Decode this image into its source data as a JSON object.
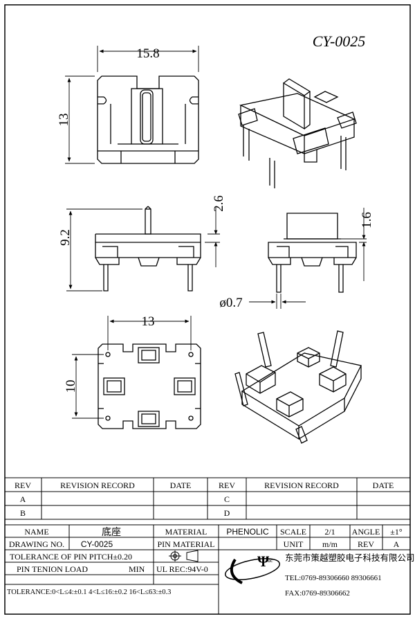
{
  "drawing": {
    "part_number": "CY-0025",
    "dimensions": {
      "top_width": "15.8",
      "top_height": "13",
      "front_height": "9.2",
      "pin_extension": "2.6",
      "side_height": "1.6",
      "pin_diameter": "ø0.7",
      "bottom_width": "13",
      "bottom_height": "10"
    }
  },
  "revision_table": {
    "headers": [
      "REV",
      "REVISION RECORD",
      "DATE",
      "REV",
      "REVISION RECORD",
      "DATE"
    ],
    "rows": [
      {
        "rev_left": "A",
        "rev_right": "C"
      },
      {
        "rev_left": "B",
        "rev_right": "D"
      }
    ]
  },
  "title_block": {
    "name_label": "NAME",
    "name_value": "底座",
    "material_label": "MATERIAL",
    "material_value": "PHENOLIC",
    "scale_label": "SCALE",
    "scale_value": "2/1",
    "angle_label": "ANGLE",
    "angle_value": "±1°",
    "drawing_no_label": "DRAWING NO.",
    "drawing_no_value": "CY-0025",
    "pin_material_label": "PIN MATERIAL",
    "unit_label": "UNIT",
    "unit_value": "m/m",
    "rev_label": "REV",
    "rev_value": "A",
    "tolerance_pitch": "TOLERANCE OF PIN PITCH±0.20",
    "pin_tension_label": "PIN TENION LOAD",
    "pin_tension_unit": "MIN",
    "ul_rec": "UL REC:94V-0",
    "tolerance": "TOLERANCE:0<L≤4:±0.1  4<L≤16:±0.2  16<L≤63:±0.3",
    "company_name": "东莞市策越塑胶电子科技有限公司",
    "tel": "TEL:0769-89306660 89306661",
    "fax": "FAX:0769-89306662",
    "logo_text": "Ψ",
    "logo_sub": "uc"
  }
}
